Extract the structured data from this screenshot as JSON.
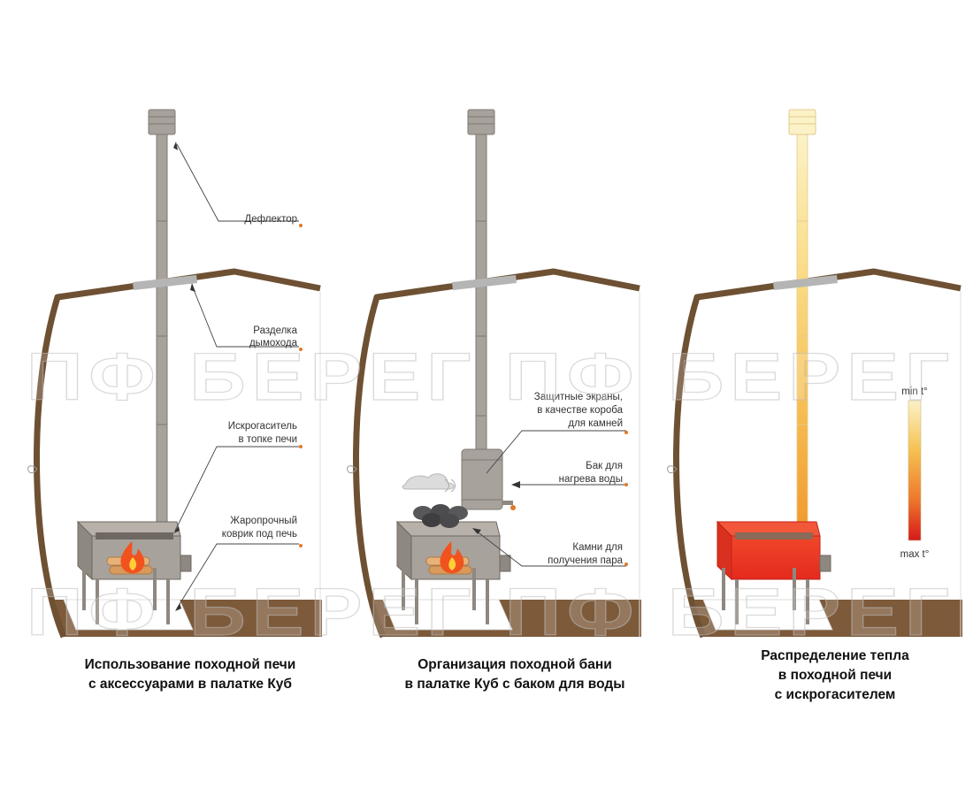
{
  "colors": {
    "tent_outline": "#6e5033",
    "floor": "#7d5a3a",
    "metal": "#a8a29c",
    "seal": "#b5b5b5",
    "leader_dot": "#e07a2a",
    "heat_hot": "#e42a1d",
    "heat_cold": "#fbf2c8"
  },
  "watermark": {
    "line1": "ПФ БЕРЕГ ПФ БЕРЕГ",
    "line2": "ПФ БЕРЕГ ПФ БЕРЕГ"
  },
  "panels": [
    {
      "caption": [
        "Использование походной печи",
        "с аксессуарами в палатке Куб"
      ],
      "labels": [
        [
          "Дефлектор"
        ],
        [
          "Разделка",
          "дымохода"
        ],
        [
          "Искрогаситель",
          "в топке печи"
        ],
        [
          "Жаропрочный",
          "коврик под печь"
        ]
      ]
    },
    {
      "caption": [
        "Организация походной бани",
        "в палатке Куб с баком для воды"
      ],
      "labels": [
        [
          "Защитные экраны,",
          "в качестве короба",
          "для камней"
        ],
        [
          "Бак для",
          "нагрева воды"
        ],
        [
          "Камни для",
          "получения пара"
        ]
      ]
    },
    {
      "caption": [
        "Распределение тепла",
        "в походной печи",
        "с искрогасителем"
      ],
      "legend": {
        "top": "min t°",
        "bottom": "max t°"
      }
    }
  ]
}
